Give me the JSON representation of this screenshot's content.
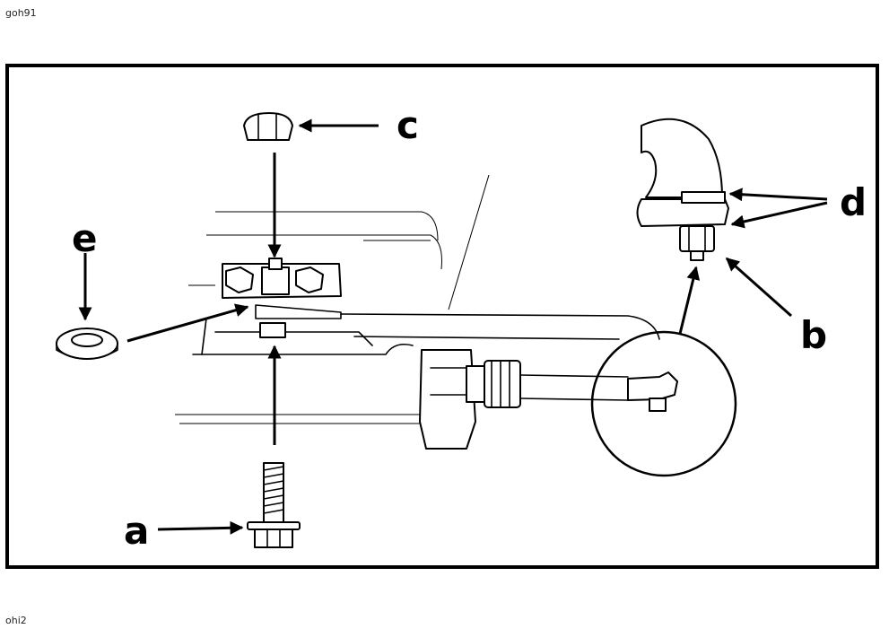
{
  "figure_codes": {
    "top": "goh91",
    "bottom": "ohi2"
  },
  "callouts": {
    "a": "a",
    "b": "b",
    "c": "c",
    "d": "d",
    "e": "e"
  }
}
